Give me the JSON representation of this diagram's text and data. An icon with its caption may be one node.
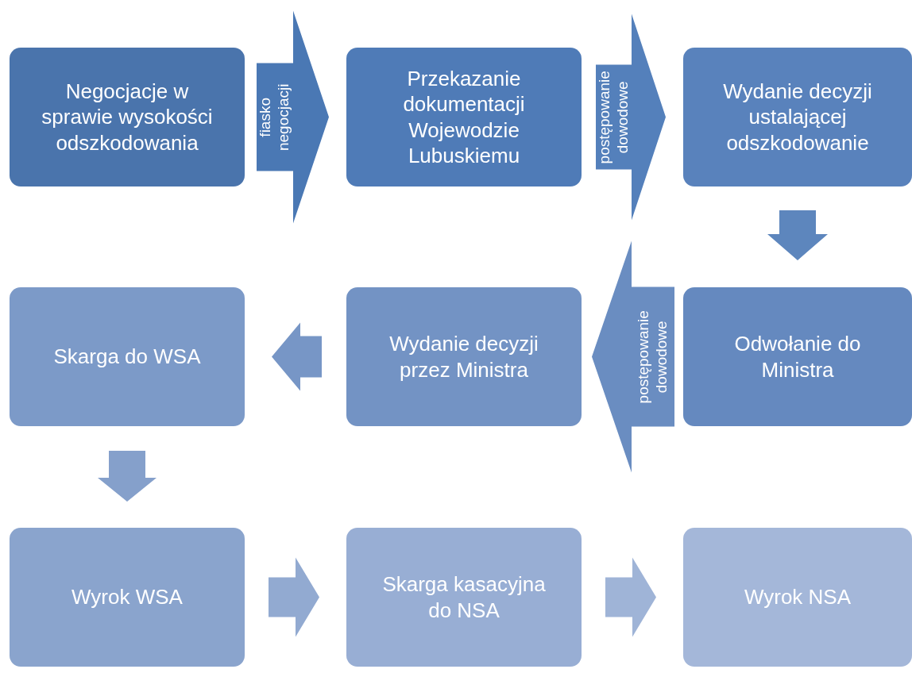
{
  "diagram": {
    "nodes": [
      {
        "text": [
          "Negocjacje w sprawie wysokości odszkodowania"
        ]
      },
      {
        "text": [
          "Przekazanie dokumentacji Wojewodzie Lubuskiemu"
        ]
      },
      {
        "text": [
          "Wydanie decyzji ustalającej odszkodowanie"
        ]
      },
      {
        "text": [
          "Odwołanie do Ministra"
        ]
      },
      {
        "text": [
          "Wydanie decyzji przez Ministra"
        ]
      },
      {
        "text": [
          "Skarga do WSA"
        ]
      },
      {
        "text": [
          "Wyrok WSA"
        ]
      },
      {
        "text": [
          "Skarga kasacyjna do NSA"
        ]
      },
      {
        "text": [
          "Wyrok NSA"
        ]
      }
    ],
    "edges": [
      {
        "from": 0,
        "to": 1,
        "arrow": "to",
        "label": "fiasko negocjacji"
      },
      {
        "from": 1,
        "to": 2,
        "arrow": "to",
        "label": "postępowanie dowodowe"
      },
      {
        "from": 2,
        "to": 3,
        "arrow": "to"
      },
      {
        "from": 3,
        "to": 4,
        "arrow": "to",
        "label": "postępowanie dowodowe"
      },
      {
        "from": 4,
        "to": 5,
        "arrow": "to"
      },
      {
        "from": 5,
        "to": 6,
        "arrow": "to"
      },
      {
        "from": 6,
        "to": 7,
        "arrow": "to"
      },
      {
        "from": 7,
        "to": 8,
        "arrow": "to"
      }
    ]
  }
}
